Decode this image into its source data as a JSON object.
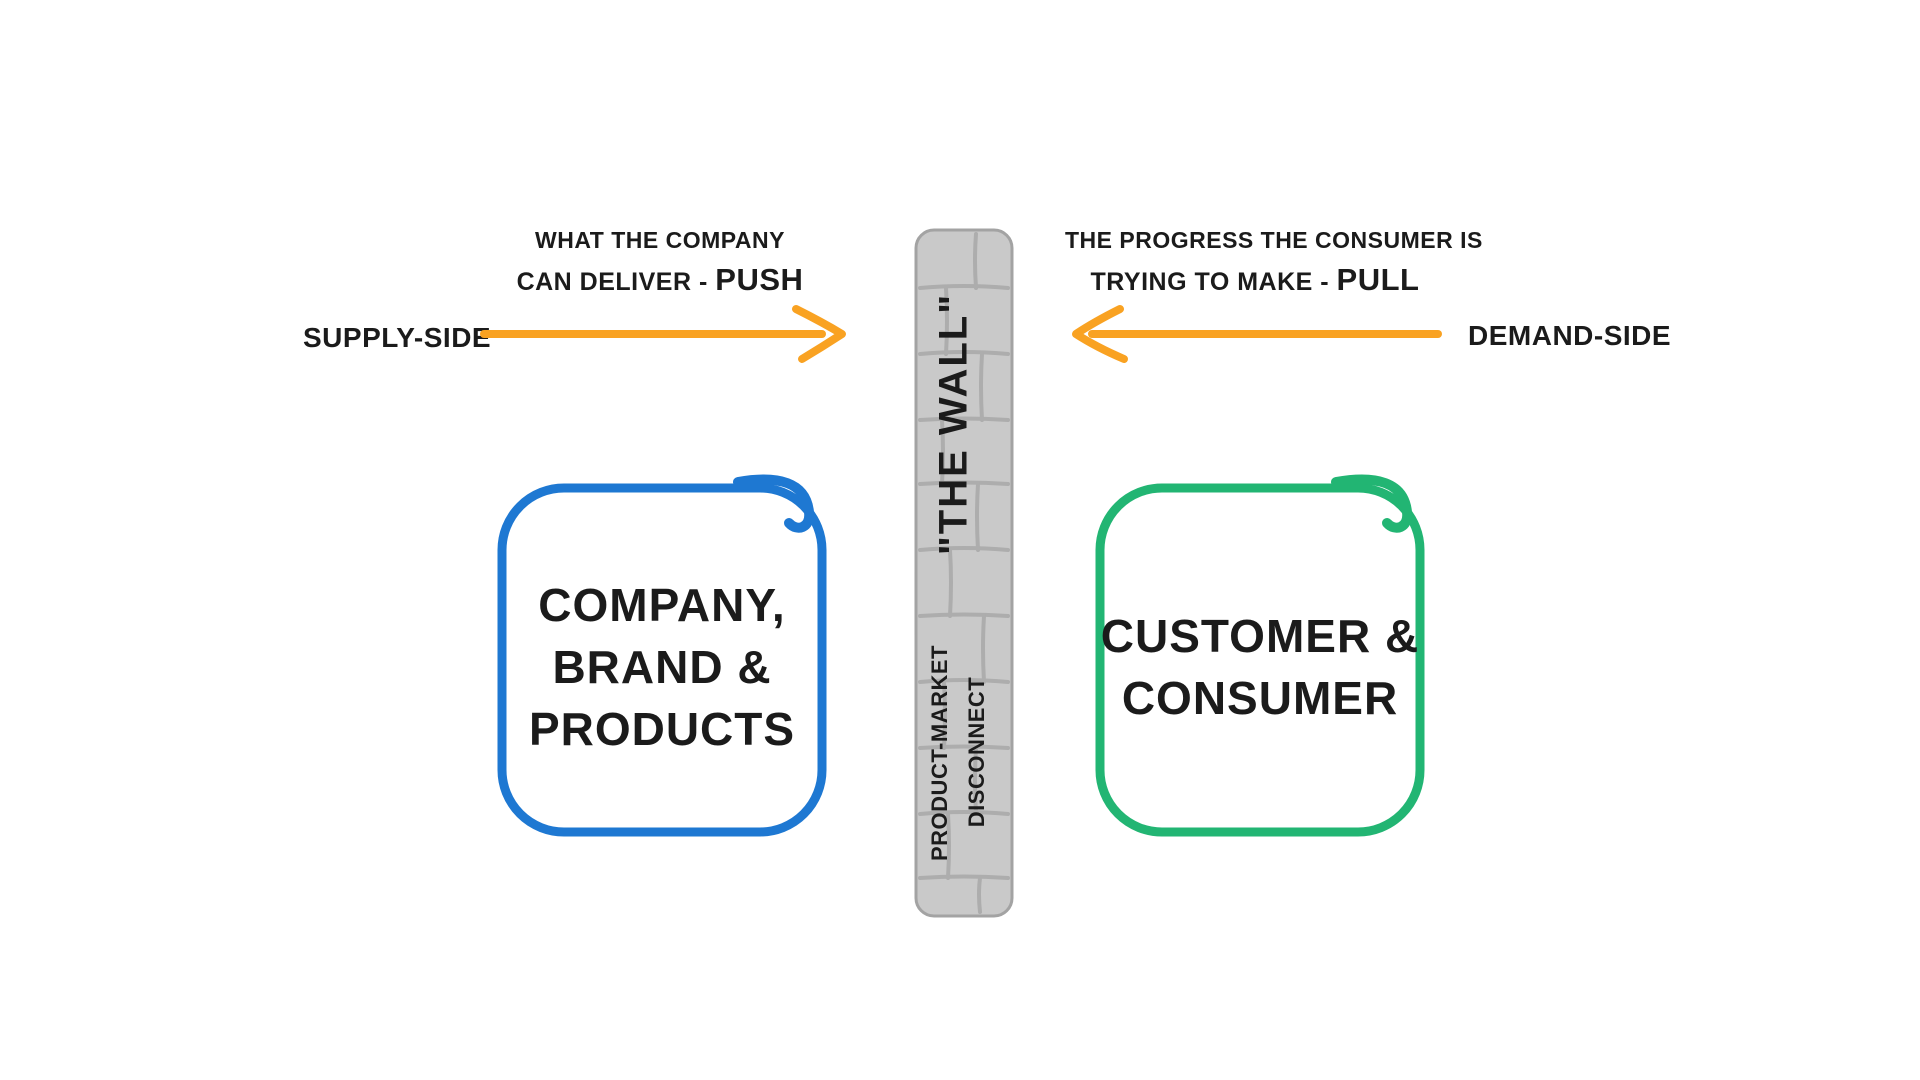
{
  "colors": {
    "orange": "#F9A222",
    "blue": "#1E78D2",
    "green": "#22B573",
    "wall_fill": "#C9C9C9",
    "wall_mortar": "#ADADAD",
    "wall_outline": "#A3A3A3",
    "ink": "#1B1B1B"
  },
  "supply": {
    "side_label": "SUPPLY-SIDE",
    "caption_line1": "WHAT THE COMPANY",
    "caption_line2_prefix": "CAN DELIVER - ",
    "caption_line2_emph": "PUSH"
  },
  "demand": {
    "side_label": "DEMAND-SIDE",
    "caption_line1": "THE PROGRESS THE CONSUMER IS",
    "caption_line2_prefix": "TRYING TO MAKE - ",
    "caption_line2_emph": "PULL"
  },
  "wall": {
    "title": "\"THE WALL\"",
    "sub_line1": "PRODUCT-MARKET",
    "sub_line2": "DISCONNECT"
  },
  "company_box": {
    "lines": [
      "COMPANY,",
      "BRAND &",
      "PRODUCTS"
    ]
  },
  "customer_box": {
    "lines": [
      "CUSTOMER &",
      "CONSUMER"
    ]
  }
}
